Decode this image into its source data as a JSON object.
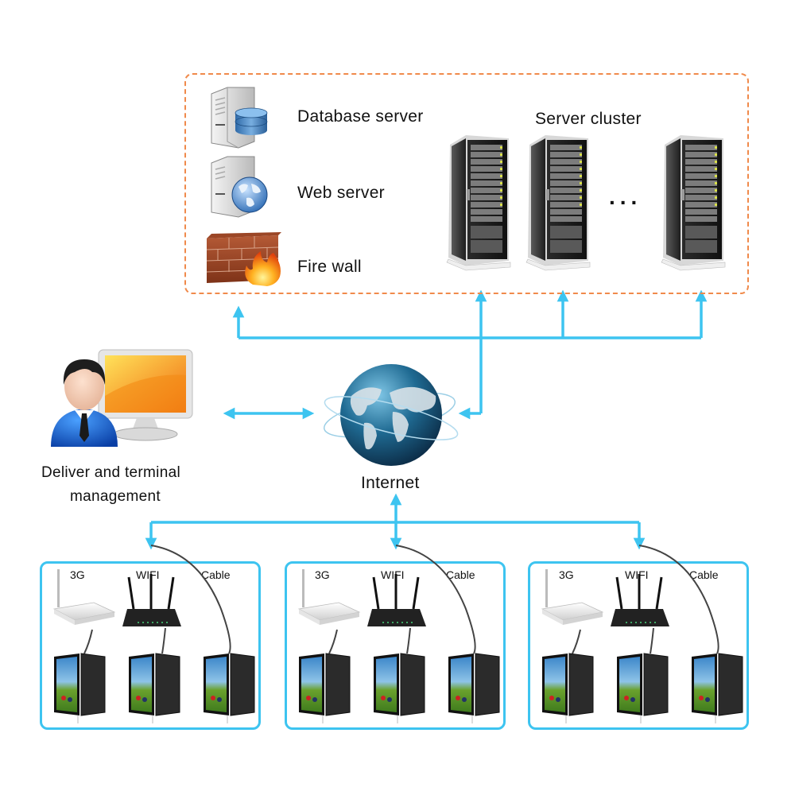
{
  "diagram": {
    "server_zone": {
      "items": [
        {
          "label": "Database server",
          "icon": "database-server-icon"
        },
        {
          "label": "Web server",
          "icon": "web-server-icon"
        },
        {
          "label": "Fire wall",
          "icon": "firewall-icon"
        }
      ],
      "cluster": {
        "label": "Server cluster",
        "rack_count_shown": 3,
        "ellipsis": "..."
      }
    },
    "management": {
      "label_line1": "Deliver and terminal",
      "label_line2": "management",
      "icon": "user-computer-icon"
    },
    "internet": {
      "label": "Internet",
      "icon": "globe-icon"
    },
    "terminal_groups": [
      {
        "connections": [
          "3G",
          "WIFI",
          "Cable"
        ],
        "device_count": 3
      },
      {
        "connections": [
          "3G",
          "WIFI",
          "Cable"
        ],
        "device_count": 3
      },
      {
        "connections": [
          "3G",
          "WIFI",
          "Cable"
        ],
        "device_count": 3
      }
    ],
    "colors": {
      "connector": "#3dc4f0",
      "server_zone_border": "#f08a4b",
      "cable": "#444444"
    }
  }
}
